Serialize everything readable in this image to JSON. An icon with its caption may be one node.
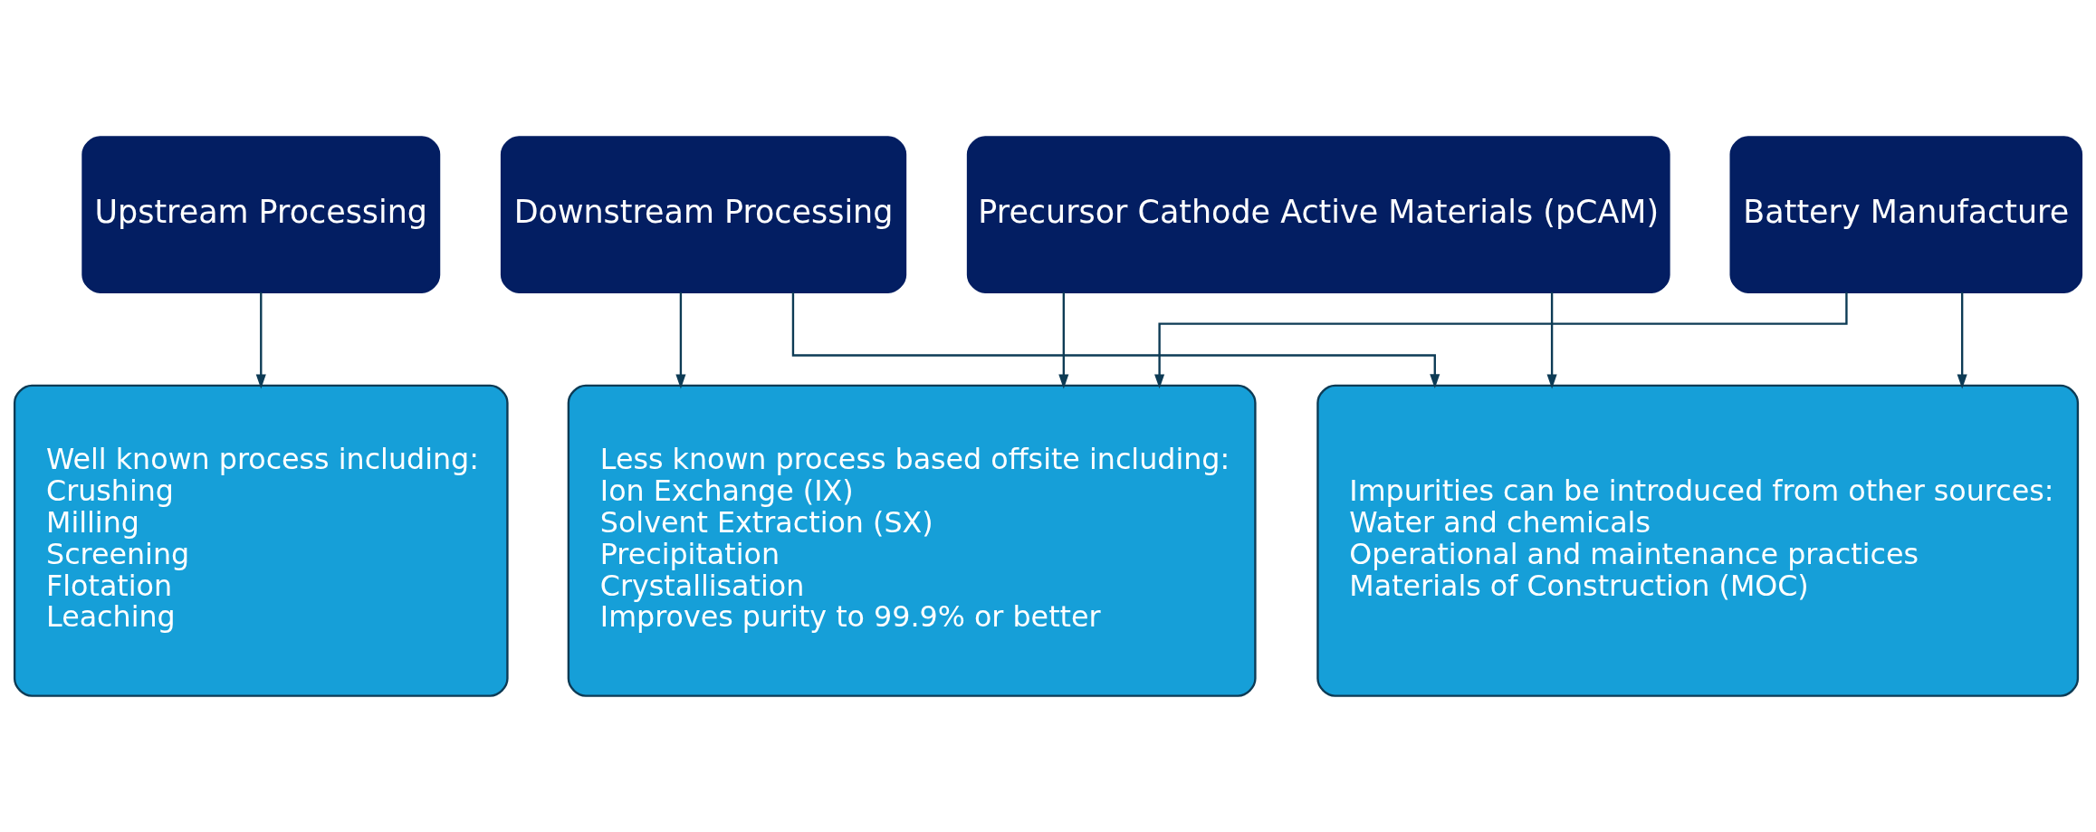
{
  "diagram": {
    "nodes": [
      {
        "text": [
          "Upstream Processing"
        ]
      },
      {
        "text": [
          "Downstream Processing"
        ]
      },
      {
        "text": [
          "Precursor Cathode Active Materials (pCAM)"
        ]
      },
      {
        "text": [
          "Battery Manufacture"
        ]
      },
      {
        "text": [
          "Well known process including:",
          "Crushing",
          "Milling",
          "Screening",
          "Flotation",
          "Leaching"
        ]
      },
      {
        "text": [
          "Less known process based offsite including:",
          "Ion Exchange (IX)",
          "Solvent Extraction (SX)",
          "Precipitation",
          "Crystallisation",
          "Improves purity to 99.9% or better"
        ]
      },
      {
        "text": [
          "Impurities can be introduced from other sources:",
          "Water and chemicals",
          "Operational and maintenance practices",
          "Materials of Construction (MOC)"
        ]
      }
    ],
    "edges": [
      {
        "from": 0,
        "to": 4,
        "arrow": "to"
      },
      {
        "from": 1,
        "to": 5,
        "arrow": "to"
      },
      {
        "from": 2,
        "to": 5,
        "arrow": "to"
      },
      {
        "from": 3,
        "to": 5,
        "arrow": "to"
      },
      {
        "from": 1,
        "to": 6,
        "arrow": "to"
      },
      {
        "from": 2,
        "to": 6,
        "arrow": "to"
      },
      {
        "from": 3,
        "to": 6,
        "arrow": "to"
      }
    ]
  }
}
